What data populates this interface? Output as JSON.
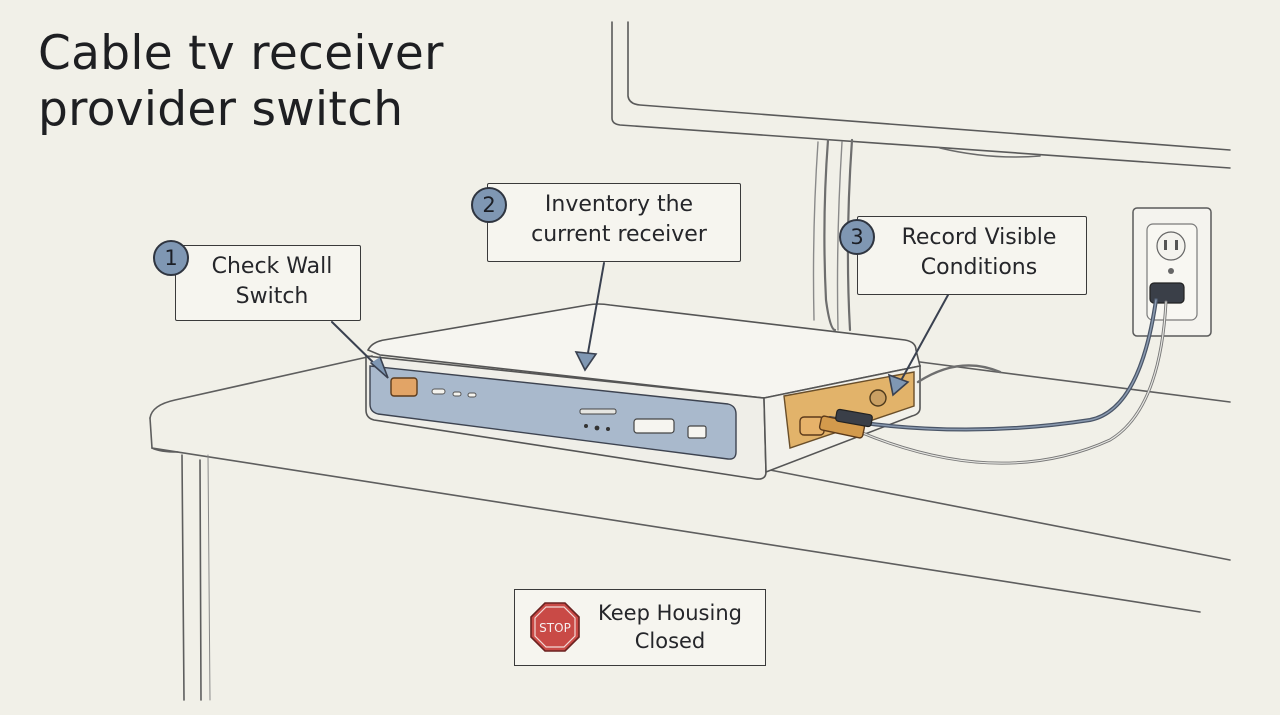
{
  "title": {
    "line1": "Cable tv receiver",
    "line2": "provider switch"
  },
  "steps": [
    {
      "number": "1",
      "line1": "Check Wall",
      "line2": "Switch"
    },
    {
      "number": "2",
      "line1": "Inventory the",
      "line2": "current receiver"
    },
    {
      "number": "3",
      "line1": "Record Visible",
      "line2": "Conditions"
    }
  ],
  "warning": {
    "sign_text": "STOP",
    "line1": "Keep Housing",
    "line2": "Closed"
  },
  "colors": {
    "background": "#f1f0e8",
    "badge": "#7f97b3",
    "receiver_panel": "#a9b9cc",
    "rear_panel": "#e2b36a",
    "stop_sign": "#c94a46"
  }
}
